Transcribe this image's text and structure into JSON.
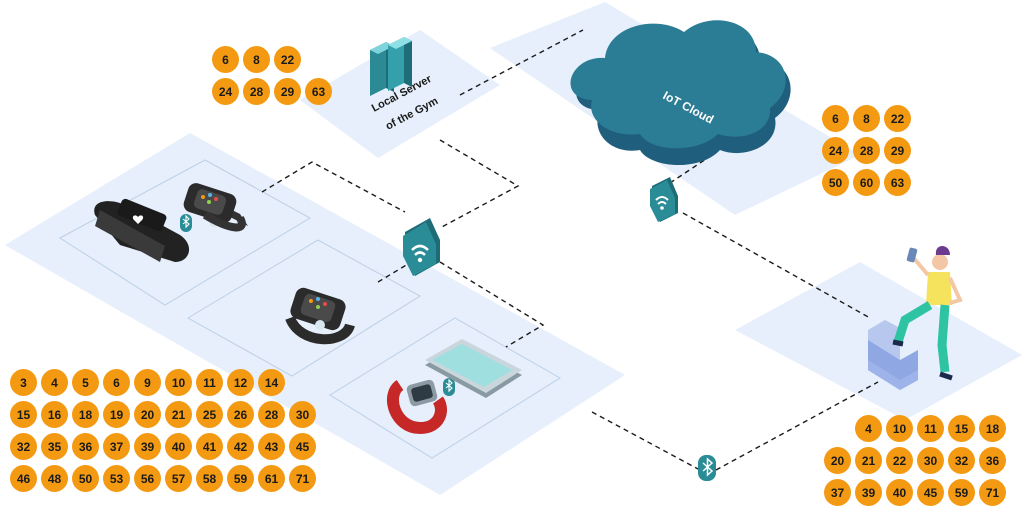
{
  "labels": {
    "local_server_line1": "Local Server",
    "local_server_line2": "of the Gym",
    "iot_cloud": "IoT Cloud"
  },
  "colors": {
    "badge": "#f39a12",
    "platform": "#e3eefb",
    "device_teal": "#2a7d8c",
    "cloud": "#1f5e7c",
    "connector": "#1b1b1b"
  },
  "badge_groups": {
    "server": [
      [
        "6",
        "8",
        "22"
      ],
      [
        "24",
        "28",
        "29",
        "63"
      ]
    ],
    "cloud": [
      [
        "6",
        "8",
        "22"
      ],
      [
        "24",
        "28",
        "29"
      ],
      [
        "50",
        "60",
        "63"
      ]
    ],
    "wearables": [
      [
        "3",
        "4",
        "5",
        "6",
        "9",
        "10",
        "11",
        "12",
        "14"
      ],
      [
        "15",
        "16",
        "18",
        "19",
        "20",
        "21",
        "25",
        "26",
        "28",
        "30"
      ],
      [
        "32",
        "35",
        "36",
        "37",
        "39",
        "40",
        "41",
        "42",
        "43",
        "45"
      ],
      [
        "46",
        "48",
        "50",
        "53",
        "56",
        "57",
        "58",
        "59",
        "61",
        "71"
      ]
    ],
    "user": [
      [
        "4",
        "10",
        "11",
        "15",
        "18"
      ],
      [
        "20",
        "21",
        "22",
        "30",
        "32",
        "36"
      ],
      [
        "37",
        "39",
        "40",
        "45",
        "59",
        "71"
      ]
    ]
  },
  "icons": [
    "server-icon",
    "cloud-icon",
    "wifi-icon",
    "bluetooth-icon",
    "fitness-band-icon",
    "smartwatch-icon",
    "smartphone-icon",
    "person-icon",
    "stairs-icon"
  ]
}
